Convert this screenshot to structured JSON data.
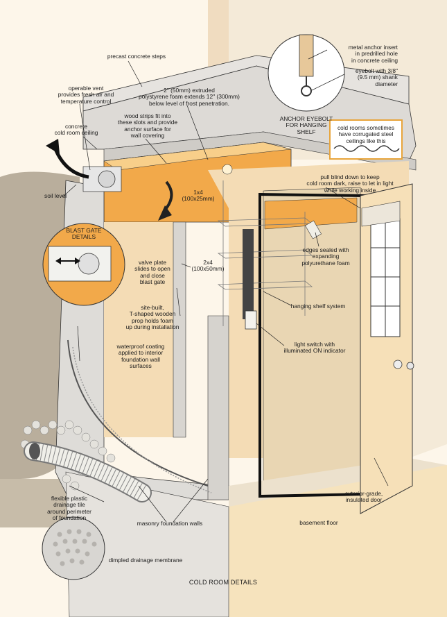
{
  "figure": {
    "caption": "COLD ROOM DETAILS"
  },
  "labels": {
    "precast_steps": "precast concrete steps",
    "operable_vent": "operable vent\nprovides fresh air and\ntemperature control",
    "foam": "2\" (50mm) extruded\npolystyrene foam extends 12\" (300mm)\nbelow level of frost penetration.",
    "concrete_ceiling": "concrete\ncold room ceiling",
    "wood_strips": "wood strips fit into\nthese slots and provide\nanchor surface for\nwall covering",
    "soil_level": "soil level",
    "one_by_four": "1x4\n(100x25mm)",
    "two_by_four": "2x4\n(100x50mm)",
    "valve_plate": "valve plate\nslides to open\nand close\nblast gate",
    "prop": "site-built,\nT-shaped wooden\nprop holds foam\nup during installation",
    "waterproof": "waterproof coating\napplied to interior\nfoundation wall\nsurfaces",
    "pull_blind": "pull blind down to keep\ncold room dark, raise to let in light\nwhile working inside",
    "edges_sealed": "edges sealed with\nexpanding\npolyurethane foam",
    "hanging_shelf": "hanging shelf system",
    "light_switch": "light switch with\nilluminated ON indicator",
    "exterior_door": "exterior-grade,\ninsulated door",
    "basement_floor": "basement floor",
    "drainage_tile": "flexible plastic\ndrainage tile\naround perimeter\nof foundation",
    "masonry": "masonry foundation walls",
    "dimpled": "dimpled drainage membrane"
  },
  "insets": {
    "anchor": {
      "title": "ANCHOR EYEBOLT\nFOR HANGING\nSHELF",
      "anchor_insert": "metal anchor insert\nin predrilled hole\nin concrete ceiling",
      "eyebolt": "eyebolt with 3/8\"\n(9.5 mm) shank\ndiameter"
    },
    "corrugated": {
      "note": "cold rooms sometimes\nhave corrugated steel\nceilings like this"
    },
    "blast_gate": {
      "title": "BLAST GATE\nDETAILS"
    }
  },
  "colors": {
    "background": "#fdf6ea",
    "foam_orange": "#f2a94a",
    "foam_light": "#f8cf8a",
    "wall_beige": "#f4dcb5",
    "concrete_grey": "#dedcd8",
    "soil": "#b8ad9c",
    "door": "#f6e0b8",
    "accent_border": "#e8a43a"
  }
}
